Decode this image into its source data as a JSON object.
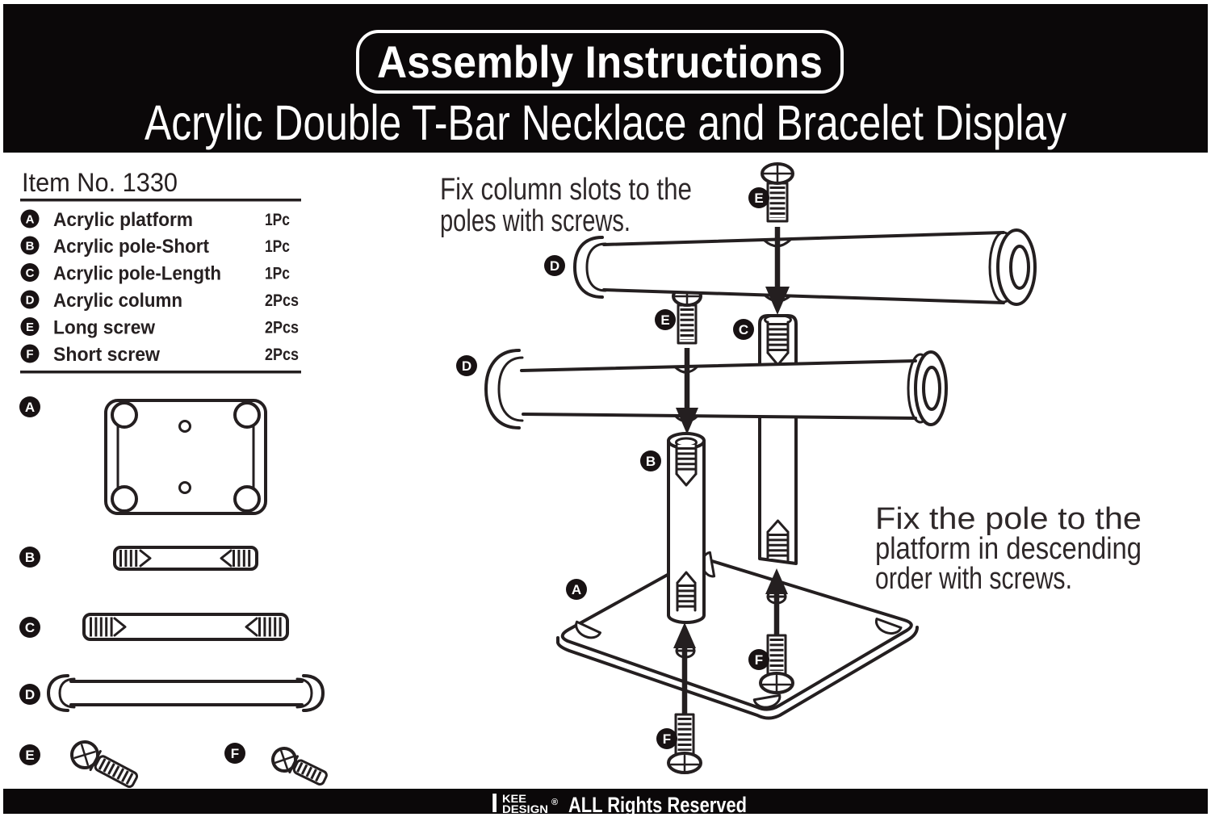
{
  "header": {
    "title": "Assembly Instructions",
    "subtitle": "Acrylic Double T-Bar Necklace and Bracelet Display"
  },
  "parts_list": {
    "item_no": "Item No. 1330",
    "items": [
      {
        "badge": "A",
        "name": "Acrylic platform",
        "qty": "1Pc"
      },
      {
        "badge": "B",
        "name": "Acrylic pole-Short",
        "qty": "1Pc"
      },
      {
        "badge": "C",
        "name": "Acrylic pole-Length",
        "qty": "1Pc"
      },
      {
        "badge": "D",
        "name": "Acrylic column",
        "qty": "2Pcs"
      },
      {
        "badge": "E",
        "name": "Long screw",
        "qty": "2Pcs"
      },
      {
        "badge": "F",
        "name": "Short screw",
        "qty": "2Pcs"
      }
    ]
  },
  "badges": {
    "a": "A",
    "b": "B",
    "c": "C",
    "d": "D",
    "e": "E",
    "f": "F"
  },
  "notes": {
    "step1_line1": "Fix column slots to the",
    "step1_line2": "poles with screws.",
    "step2_line1": "Fix the pole to the",
    "step2_line2": "platform in descending",
    "step2_line3": "order with screws."
  },
  "footer": {
    "logo_i": "I",
    "logo_kee": "KEE",
    "logo_design": "DESIGN",
    "reg": "®",
    "rights": "ALL Rights Reserved"
  },
  "colors": {
    "ink": "#241f20",
    "paper": "#ffffff",
    "band": "#0b0809",
    "text_on_band": "#ffffff"
  }
}
